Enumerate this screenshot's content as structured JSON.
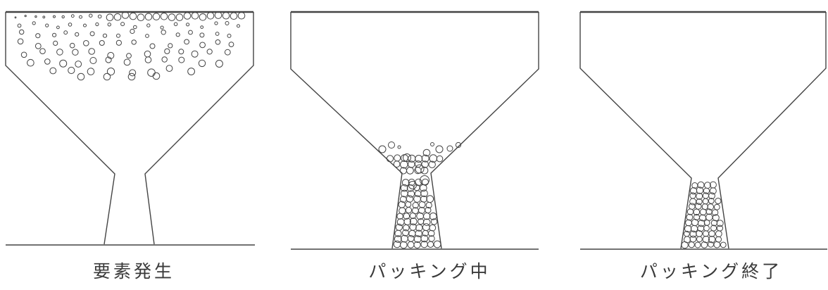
{
  "panels": [
    {
      "id": "generation",
      "caption": "要素発生"
    },
    {
      "id": "packing",
      "caption": "パッキング中"
    },
    {
      "id": "packed",
      "caption": "パッキング終了"
    }
  ],
  "colors": {
    "line": "#444444",
    "background": "#ffffff"
  }
}
